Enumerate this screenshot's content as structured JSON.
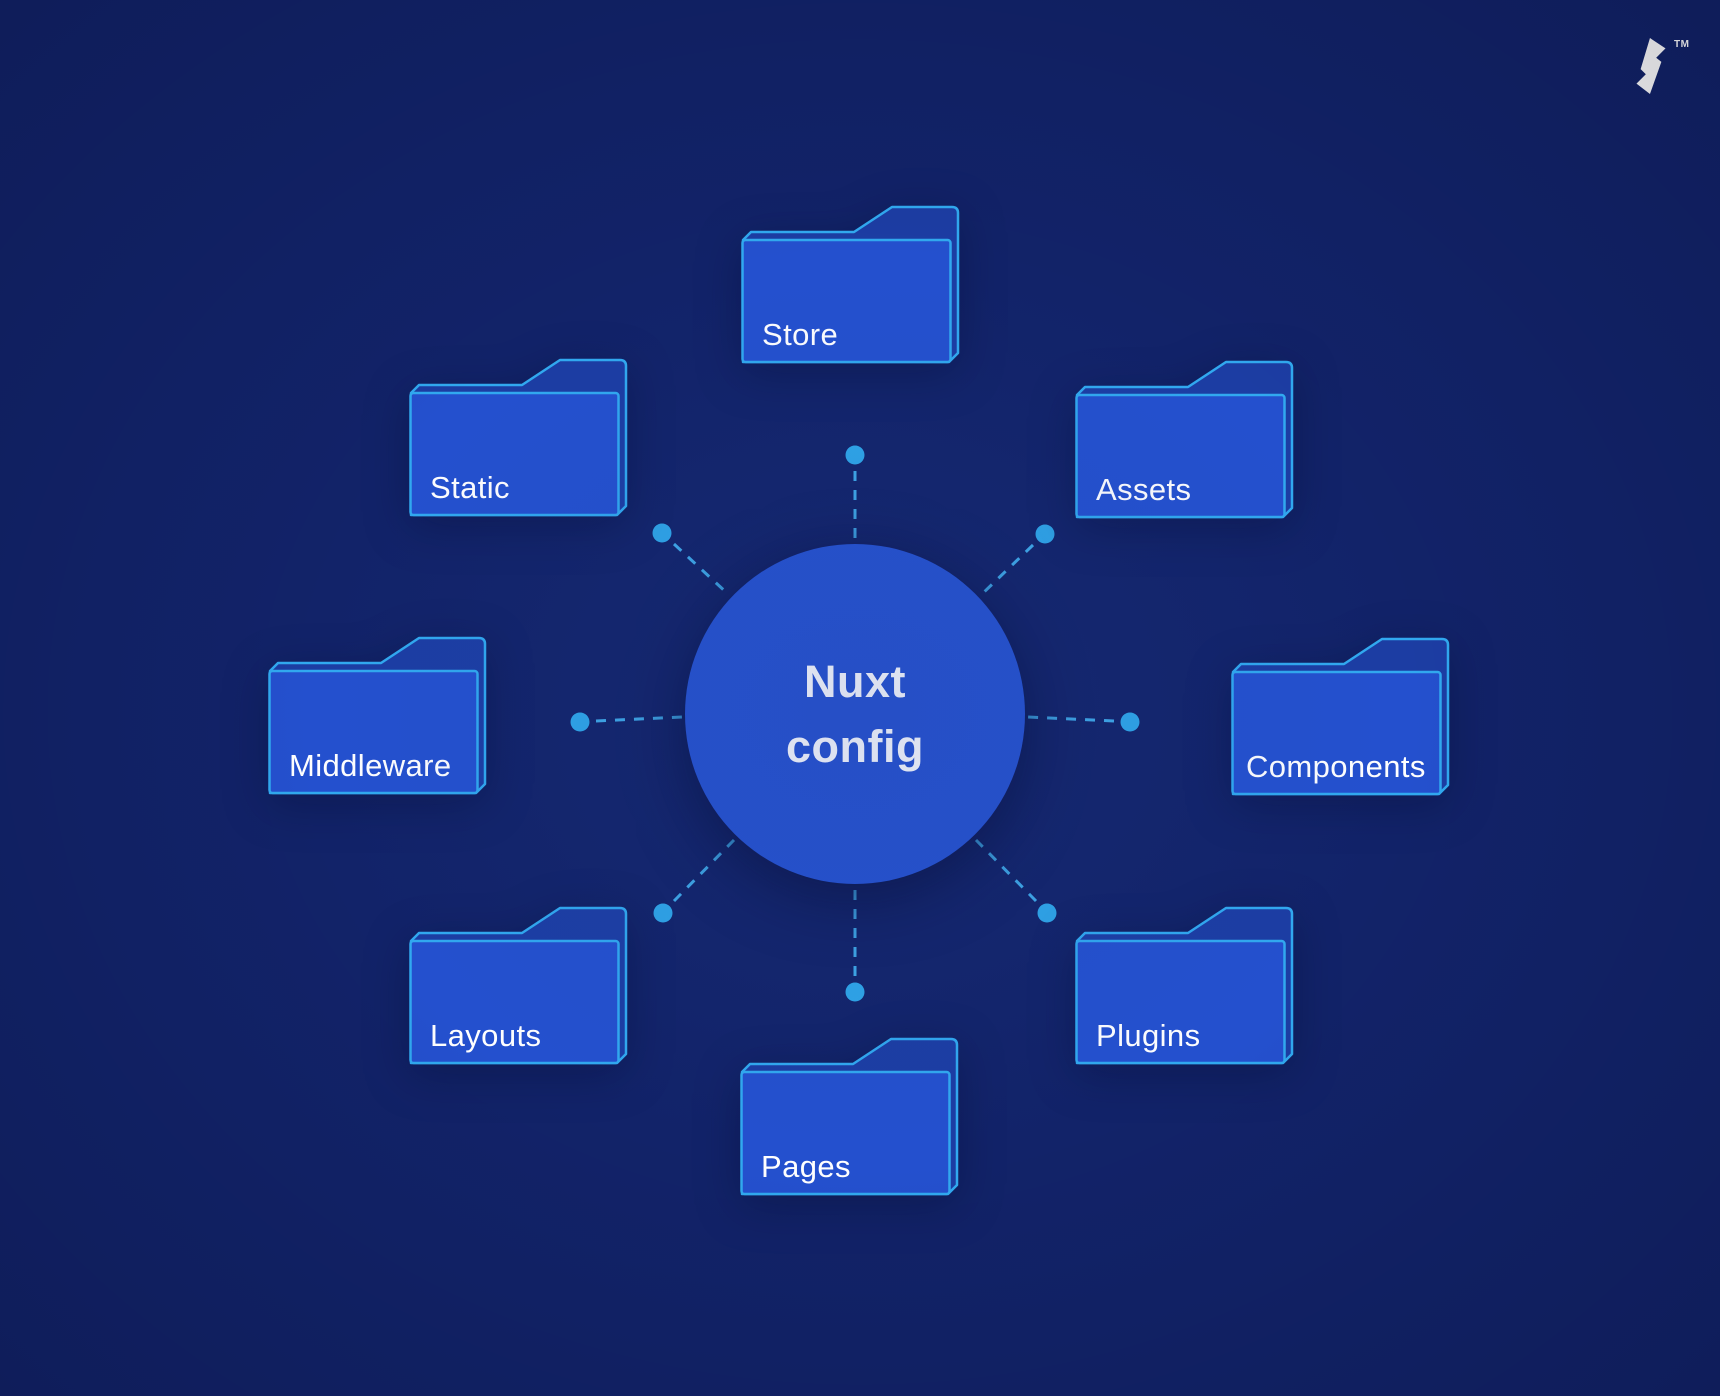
{
  "diagram": {
    "type": "radial-hub-diagram",
    "description": "Nuxt config connected to eight project folders"
  },
  "center": {
    "label": "Nuxt config"
  },
  "folders": [
    {
      "label": "Store"
    },
    {
      "label": "Static"
    },
    {
      "label": "Assets"
    },
    {
      "label": "Middleware"
    },
    {
      "label": "Components"
    },
    {
      "label": "Layouts"
    },
    {
      "label": "Plugins"
    },
    {
      "label": "Pages"
    }
  ],
  "logo": {
    "name": "toptal-logo",
    "trademark": "TM"
  },
  "colors": {
    "background": "#122369",
    "folder_front": "#2450CE",
    "folder_back": "#1C3DA3",
    "outline": "#31A9F0",
    "dot": "#2FA7E9",
    "dash": "#3FA9E8",
    "hub_fill": "#2551CE",
    "text": "#FFFFFF"
  }
}
